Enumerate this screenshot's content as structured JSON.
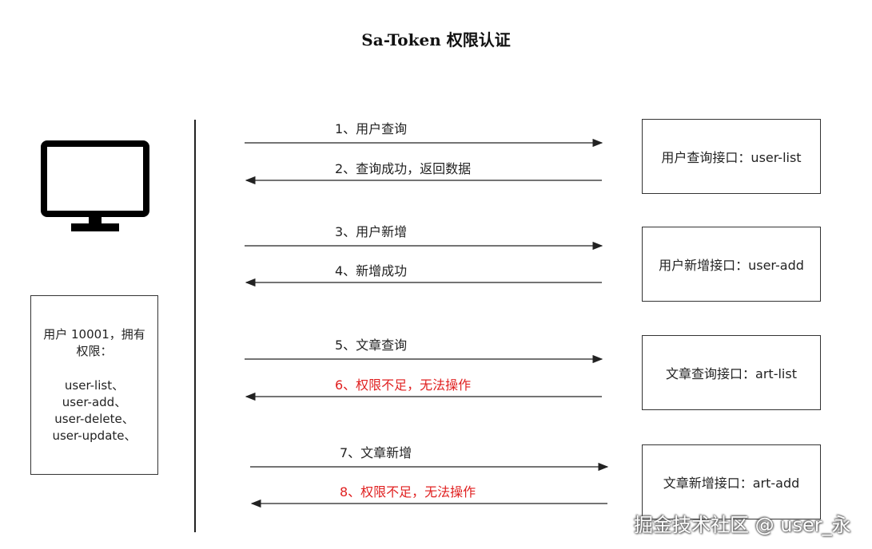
{
  "title": "Sa-Token 权限认证",
  "client": {
    "icon": "monitor-icon",
    "user_intro": "用户 10001，拥有权限：",
    "permissions": [
      "user-list、",
      "user-add、",
      "user-delete、",
      "user-update、"
    ]
  },
  "apis": [
    {
      "label": "用户查询接口：user-list"
    },
    {
      "label": "用户新增接口：user-add"
    },
    {
      "label": "文章查询接口：art-list"
    },
    {
      "label": "文章新增接口：art-add"
    }
  ],
  "messages": [
    {
      "text": "1、用户查询",
      "direction": "request",
      "status": "ok"
    },
    {
      "text": "2、查询成功，返回数据",
      "direction": "response",
      "status": "ok"
    },
    {
      "text": "3、用户新增",
      "direction": "request",
      "status": "ok"
    },
    {
      "text": "4、新增成功",
      "direction": "response",
      "status": "ok"
    },
    {
      "text": "5、文章查询",
      "direction": "request",
      "status": "ok"
    },
    {
      "text": "6、权限不足，无法操作",
      "direction": "response",
      "status": "denied"
    },
    {
      "text": "7、文章新增",
      "direction": "request",
      "status": "ok"
    },
    {
      "text": "8、权限不足，无法操作",
      "direction": "response",
      "status": "denied"
    }
  ],
  "colors": {
    "denied": "#e02020",
    "normal": "#222222"
  },
  "watermark": "掘金技术社区 @ user_永"
}
